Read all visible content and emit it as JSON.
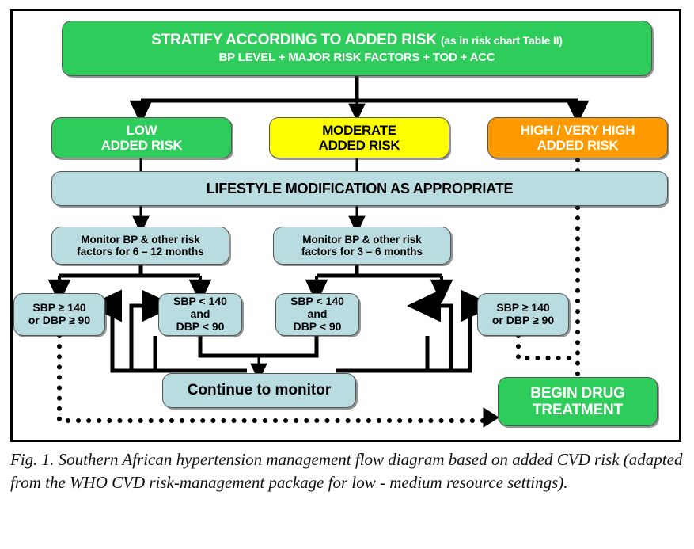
{
  "figure": {
    "title_box": {
      "line1_main": "STRATIFY ACCORDING TO ADDED RISK",
      "line1_paren": "(as in risk chart Table II)",
      "line2": "BP LEVEL + MAJOR RISK FACTORS + TOD + ACC",
      "color": "#2ecc5a"
    },
    "risk_levels": [
      {
        "line1": "LOW",
        "line2": "ADDED RISK",
        "color": "#2ecc5a",
        "text_color": "#ffffff"
      },
      {
        "line1": "MODERATE",
        "line2": "ADDED RISK",
        "color": "#ffff00",
        "text_color": "#000000"
      },
      {
        "line1": "HIGH / VERY HIGH",
        "line2": "ADDED RISK",
        "color": "#ff9900",
        "text_color": "#ffffff"
      }
    ],
    "lifestyle": {
      "label": "LIFESTYLE MODIFICATION AS APPROPRIATE",
      "color": "#b9dce0"
    },
    "monitor": [
      {
        "line1": "Monitor BP & other risk",
        "line2": "factors for 6 – 12 months"
      },
      {
        "line1": "Monitor BP & other risk",
        "line2": "factors for 3 – 6 months"
      }
    ],
    "decisions": [
      {
        "line1": "SBP ≥ 140",
        "line2": "or DBP ≥ 90",
        "line3": ""
      },
      {
        "line1": "SBP < 140",
        "line2": "and",
        "line3": "DBP < 90"
      },
      {
        "line1": "SBP < 140",
        "line2": "and",
        "line3": "DBP < 90"
      },
      {
        "line1": "SBP ≥ 140",
        "line2": "or DBP ≥ 90",
        "line3": ""
      }
    ],
    "continue_box": {
      "label": "Continue to monitor",
      "color": "#b9dce0"
    },
    "drug_box": {
      "line1": "BEGIN DRUG",
      "line2": "TREATMENT",
      "color": "#2ecc5a"
    },
    "caption": "Fig. 1. Southern African hypertension management flow diagram based on added CVD risk (adapted from the WHO CVD risk-management package for low - medium resource settings)."
  }
}
